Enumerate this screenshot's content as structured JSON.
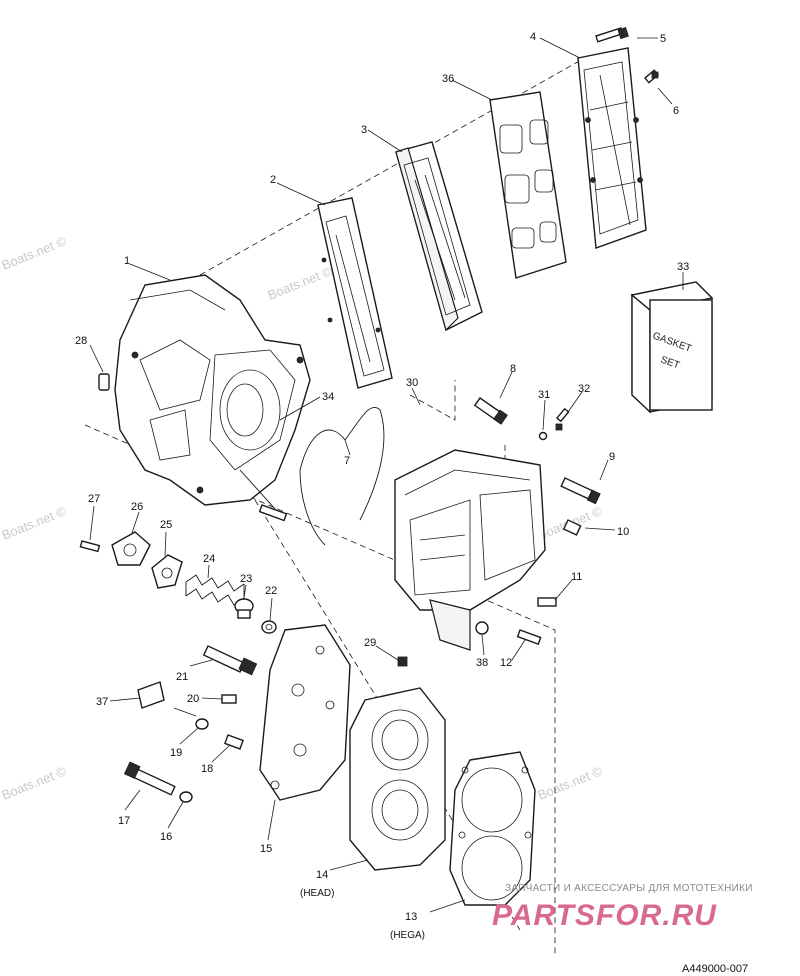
{
  "watermarks": [
    "Boats.net ©",
    "Boats.net ©",
    "Boats.net ©",
    "Boats.net ©",
    "Boats.net ©",
    "Boats.net ©"
  ],
  "callouts": [
    "1",
    "2",
    "3",
    "4",
    "5",
    "6",
    "7",
    "8",
    "9",
    "10",
    "11",
    "12",
    "13",
    "14",
    "15",
    "16",
    "17",
    "18",
    "19",
    "20",
    "21",
    "22",
    "23",
    "24",
    "25",
    "26",
    "27",
    "28",
    "29",
    "30",
    "31",
    "32",
    "33",
    "34",
    "36",
    "37",
    "38"
  ],
  "sublabels": {
    "head": "(HEAD)",
    "hega": "(HEGA)"
  },
  "gasket_box": {
    "line1": "GASKET",
    "line2": "SET"
  },
  "footer": {
    "tagline": "ЗАПЧАСТИ И АКСЕССУАРЫ ДЛЯ МОТОТЕХНИКИ",
    "logo": "PARTSFOR.RU",
    "code": "A449000-007"
  }
}
